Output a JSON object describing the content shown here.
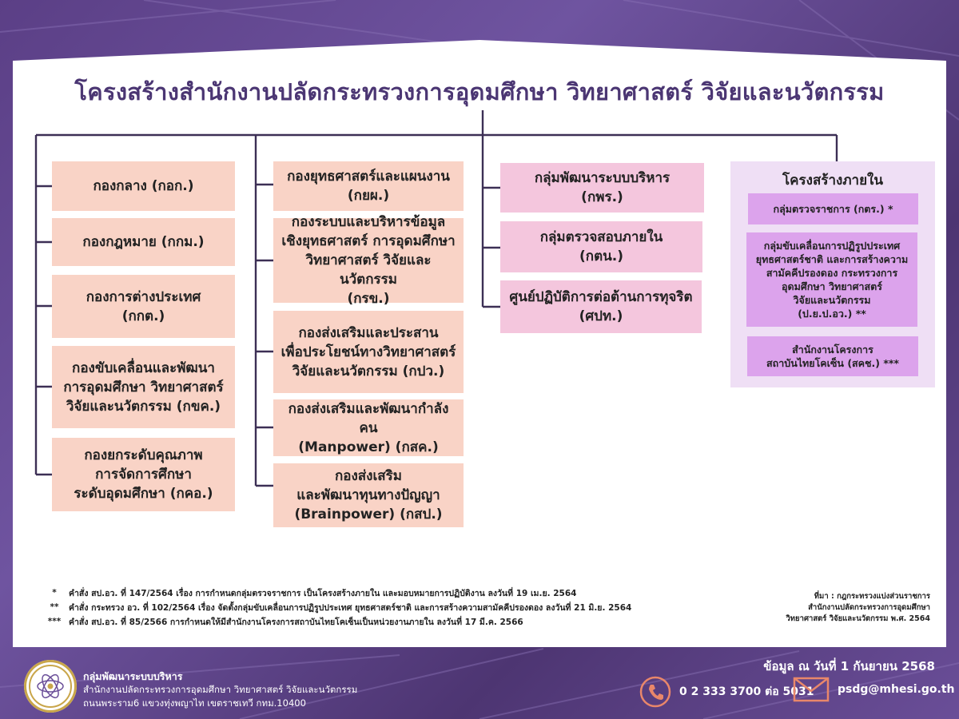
{
  "title": "โครงสร้างสำนักงานปลัดกระทรวงการอุดมศึกษา วิทยาศาสตร์ วิจัยและนวัตกรรม",
  "columns": [
    {
      "units": [
        "กองกลาง (กอก.)",
        "กองกฎหมาย (กกม.)",
        "กองการต่างประเทศ\n(กกต.)",
        "กองขับเคลื่อนและพัฒนา\nการอุดมศึกษา วิทยาศาสตร์\nวิจัยและนวัตกรรม (กขค.)",
        "กองยกระดับคุณภาพ\nการจัดการศึกษา\nระดับอุดมศึกษา (กคอ.)"
      ]
    },
    {
      "units": [
        "กองยุทธศาสตร์และแผนงาน\n(กยผ.)",
        "กองระบบและบริหารข้อมูล\nเชิงยุทธศาสตร์ การอุดมศึกษา\nวิทยาศาสตร์ วิจัยและนวัตกรรม\n(กรข.)",
        "กองส่งเสริมและประสาน\nเพื่อประโยชน์ทางวิทยาศาสตร์\nวิจัยและนวัตกรรม (กปว.)",
        "กองส่งเสริมและพัฒนากำลังคน\n(Manpower) (กสค.)",
        "กองส่งเสริม\nและพัฒนาทุนทางปัญญา\n(Brainpower) (กสป.)"
      ]
    },
    {
      "units": [
        "กลุ่มพัฒนาระบบบริหาร\n(กพร.)",
        "กลุ่มตรวจสอบภายใน\n(กตน.)",
        "ศูนย์ปฏิบัติการต่อต้านการทุจริต\n(ศปท.)"
      ]
    }
  ],
  "internal": {
    "title": "โครงสร้างภายใน",
    "units": [
      "กลุ่มตรวจราชการ (กตร.) *",
      "กลุ่มขับเคลื่อนการปฏิรูปประเทศ\nยุทธศาสตร์ชาติ และการสร้างความ\nสามัคคีปรองดอง กระทรวงการ\nอุดมศึกษา วิทยาศาสตร์\nวิจัยและนวัตกรรม\n(ป.ย.ป.อว.) **",
      "สำนักงานโครงการ\nสถาบันไทยโคเซ็น (สคช.) ***"
    ]
  },
  "notes": [
    {
      "mark": "*",
      "text": "คำสั่ง สป.อว. ที่ 147/2564 เรื่อง การกำหนดกลุ่มตรวจราชการ เป็นโครงสร้างภายใน และมอบหมายการปฏิบัติงาน ลงวันที่ 19 เม.ย. 2564"
    },
    {
      "mark": "**",
      "text": "คำสั่ง กระทรวง อว. ที่ 102/2564 เรื่อง จัดตั้งกลุ่มขับเคลื่อนการปฏิรูปประเทศ ยุทธศาสตร์ชาติ และการสร้างความสามัคคีปรองดอง ลงวันที่ 21 มิ.ย. 2564"
    },
    {
      "mark": "***",
      "text": "คำสั่ง สป.อว. ที่ 85/2566 การกำหนดให้มีสำนักงานโครงการสถาบันไทยโคเซ็นเป็นหน่วยงานภายใน ลงวันที่ 17 มี.ค. 2566"
    }
  ],
  "source": "ที่มา :  กฎกระทรวงแบ่งส่วนราชการ\nสำนักงานปลัดกระทรวงการอุดมศึกษา\nวิทยาศาสตร์ วิจัยและนวัตกรรม พ.ศ. 2564",
  "footer": {
    "org_name": "กลุ่มพัฒนาระบบบริหาร",
    "org_line2": "สำนักงานปลัดกระทรวงการอุดมศึกษา วิทยาศาสตร์ วิจัยและนวัตกรรม",
    "org_line3": "ถนนพระราม6 แขวงทุ่งพญาไท เขตราชเทวี กทม.10400",
    "date": "ข้อมูล ณ วันที่ 1 กันยายน 2568",
    "phone": "0 2 333 3700 ต่อ 5031",
    "email": "psdg@mhesi.go.th"
  },
  "colors": {
    "peach": "#f9d3c6",
    "pink": "#f4c6dd",
    "purple": "#dca3ec",
    "line": "#3c2f55",
    "title": "#4b3673"
  }
}
